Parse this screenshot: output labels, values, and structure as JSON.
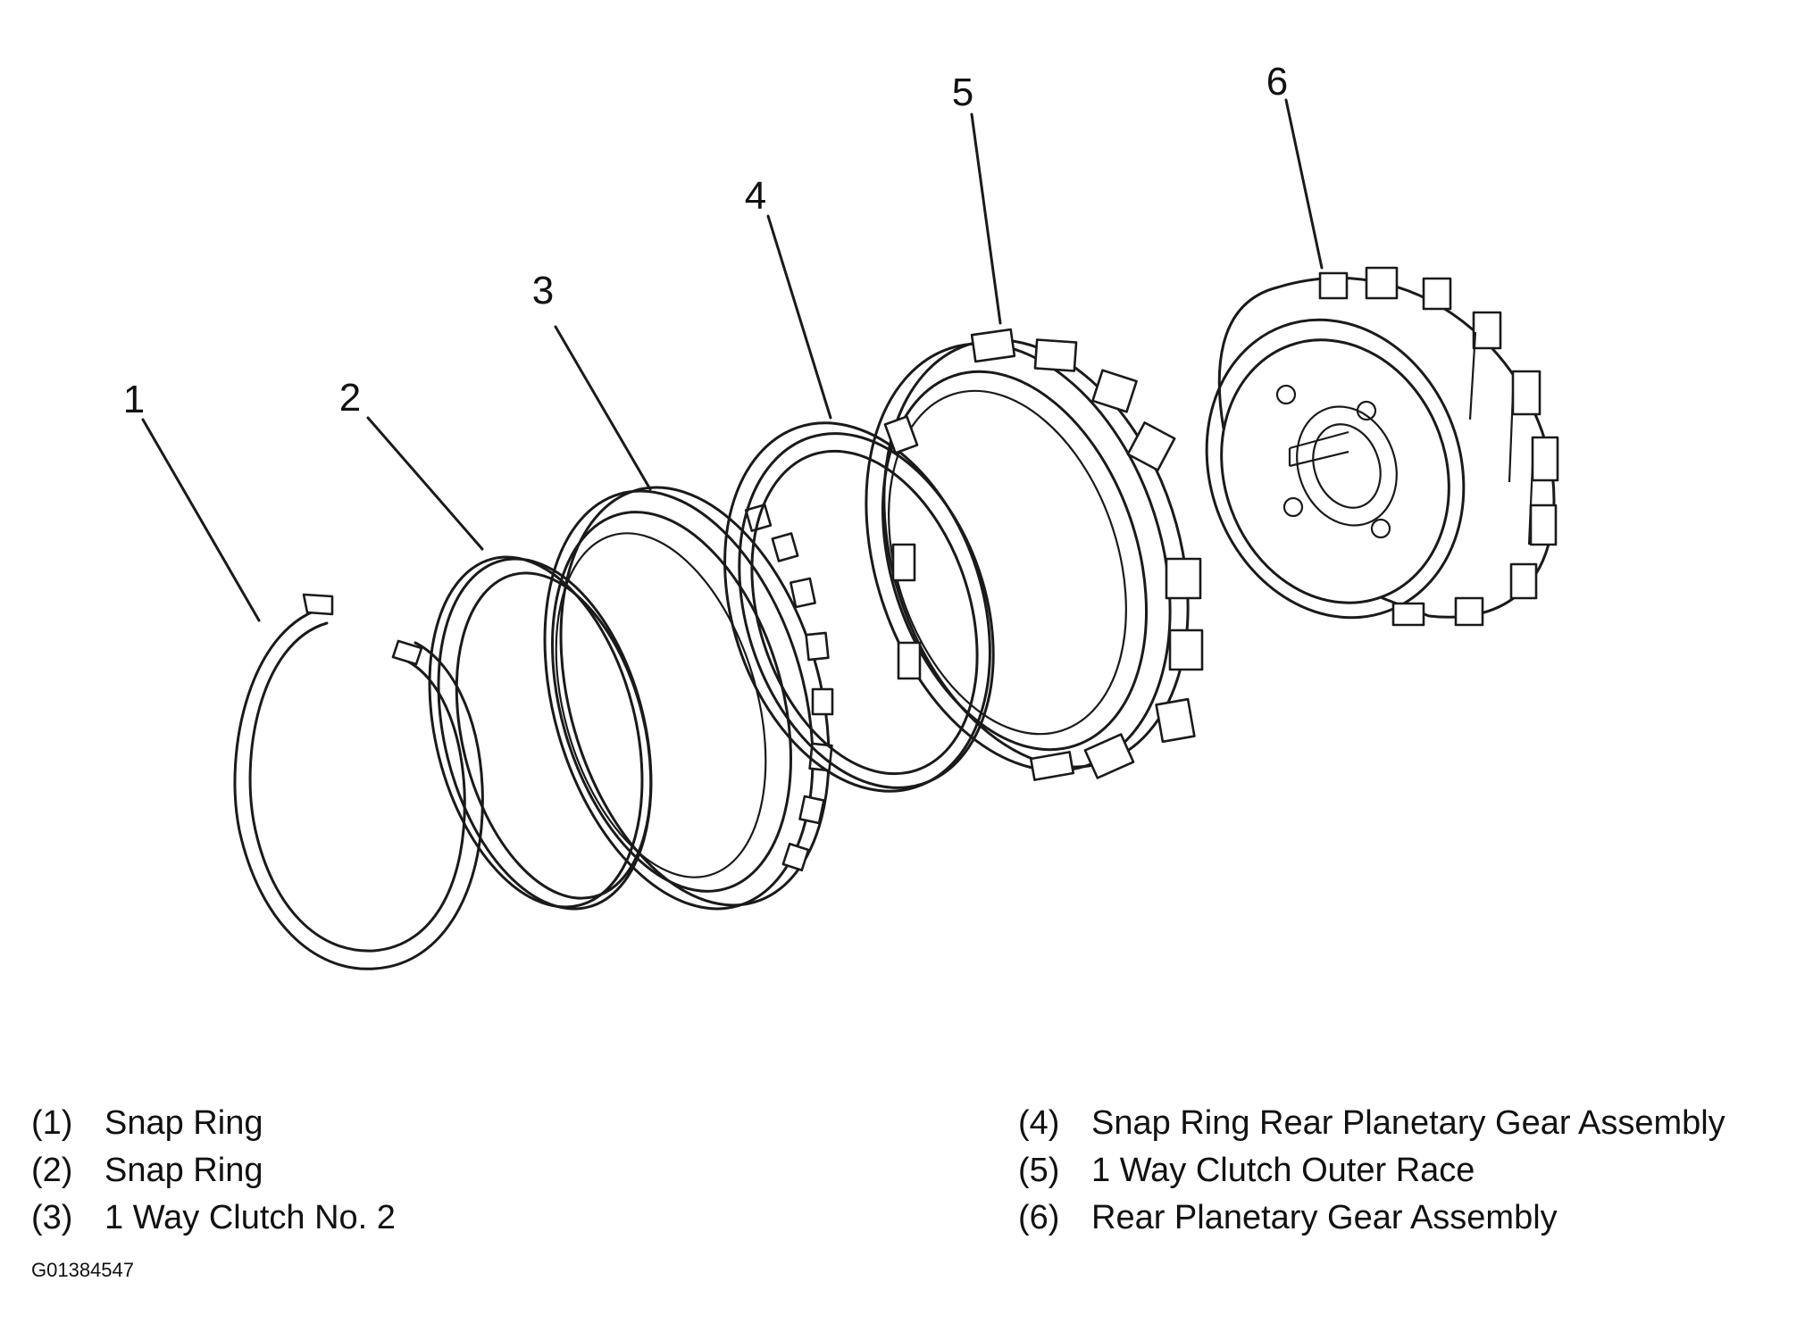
{
  "callouts": [
    "1",
    "2",
    "3",
    "4",
    "5",
    "6"
  ],
  "legend": [
    {
      "index": "(1)",
      "label": "Snap Ring"
    },
    {
      "index": "(2)",
      "label": "Snap Ring"
    },
    {
      "index": "(3)",
      "label": "1 Way Clutch No. 2"
    },
    {
      "index": "(4)",
      "label": "Snap Ring Rear Planetary Gear Assembly"
    },
    {
      "index": "(5)",
      "label": "1 Way Clutch Outer Race"
    },
    {
      "index": "(6)",
      "label": "Rear Planetary Gear Assembly"
    }
  ],
  "figure_id": "G01384547"
}
